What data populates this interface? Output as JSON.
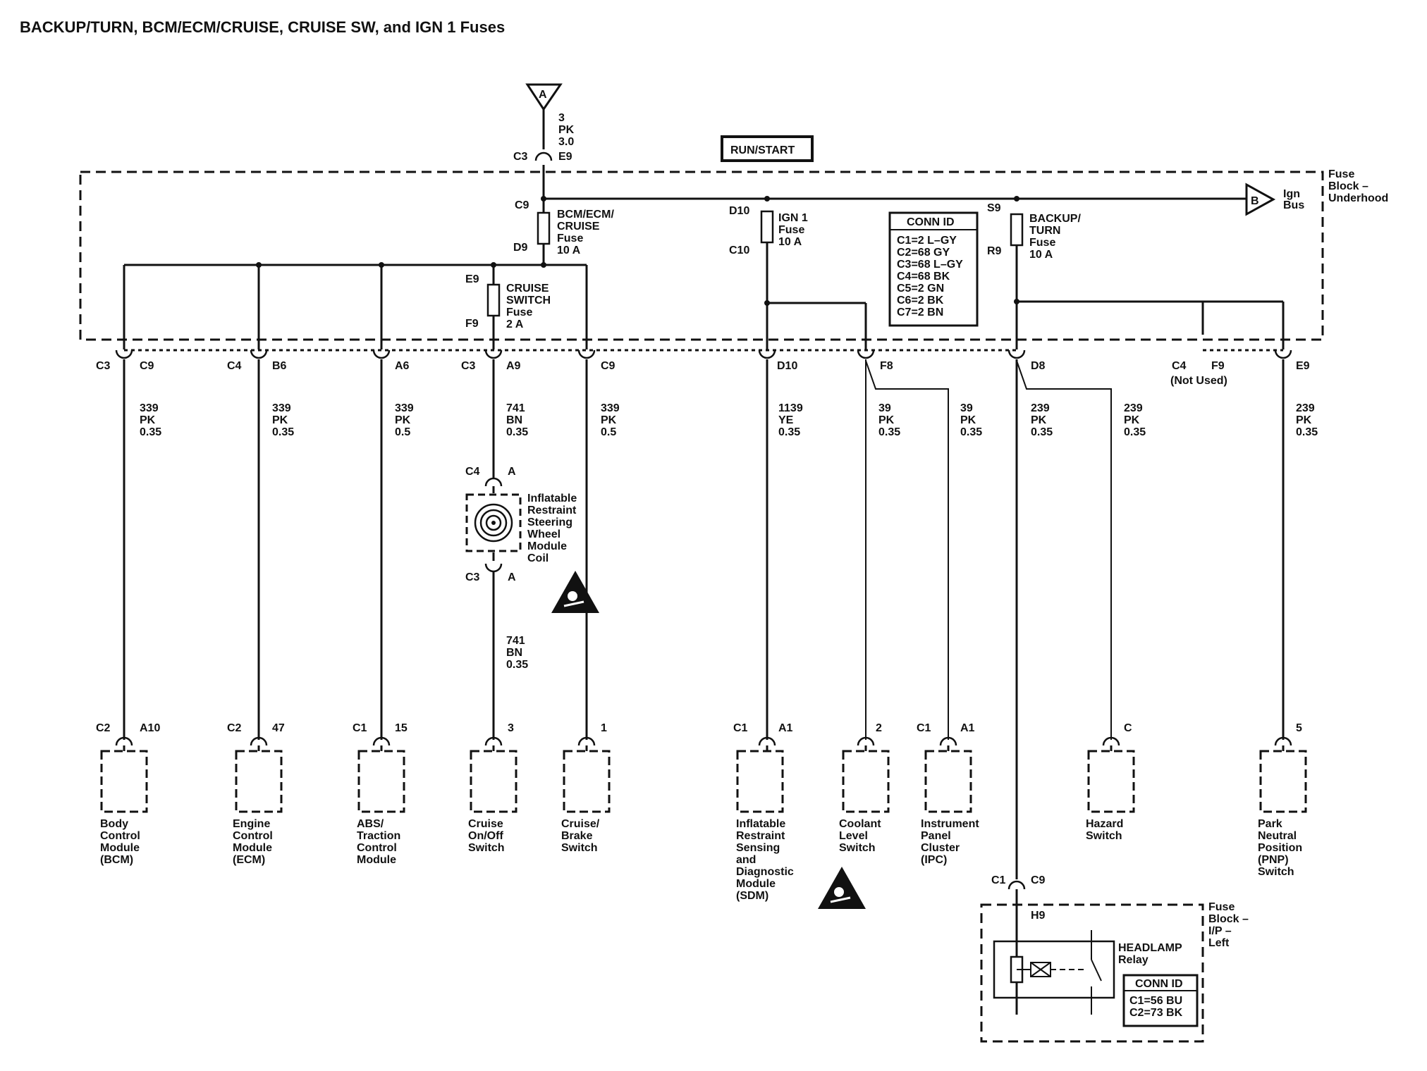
{
  "title": "BACKUP/TURN, BCM/ECM/CRUISE, CRUISE SW, and IGN 1 Fuses",
  "top_source": {
    "symbol": "A",
    "wire": [
      "3",
      "PK",
      "3.0"
    ],
    "connector": "C3",
    "pin": "E9"
  },
  "run_start_label": "RUN/START",
  "fuse_block_underhood": [
    "Fuse",
    "Block –",
    "Underhood"
  ],
  "ign_bus": {
    "symbol": "B",
    "label": [
      "Ign",
      "Bus"
    ]
  },
  "fuses": {
    "bcm": {
      "top_pin": "C9",
      "bottom_pin": "D9",
      "label": [
        "BCM/ECM/",
        "CRUISE",
        "Fuse",
        "10 A"
      ]
    },
    "ign1": {
      "top_pin": "D10",
      "bottom_pin": "C10",
      "label": [
        "IGN 1",
        "Fuse",
        "10 A"
      ]
    },
    "backup": {
      "top_pin": "S9",
      "bottom_pin": "R9",
      "label": [
        "BACKUP/",
        "TURN",
        "Fuse",
        "10 A"
      ]
    },
    "cruise_sw": {
      "top_pin": "E9",
      "bottom_pin": "F9",
      "label": [
        "CRUISE",
        "SWITCH",
        "Fuse",
        "2 A"
      ]
    }
  },
  "conn_id_1": {
    "header": "CONN ID",
    "rows": [
      "C1=2 L–GY",
      "C2=68 GY",
      "C3=68 L–GY",
      "C4=68 BK",
      "C5=2 GN",
      "C6=2 BK",
      "C7=2 BN"
    ]
  },
  "fuse_block_connectors": [
    {
      "conn": "C3",
      "pin": "C9"
    },
    {
      "conn": "C4",
      "pin": "B6"
    },
    {
      "conn": "",
      "pin": "A6"
    },
    {
      "conn": "C3",
      "pin": "A9"
    },
    {
      "conn": "",
      "pin": "C9"
    },
    {
      "conn": "",
      "pin": "D10"
    },
    {
      "conn": "",
      "pin": "F8"
    },
    {
      "conn": "",
      "pin": "D8"
    },
    {
      "conn": "C4",
      "pin": "F9"
    },
    {
      "conn": "",
      "pin": "E9"
    }
  ],
  "not_used": "(Not Used)",
  "wires": [
    [
      "339",
      "PK",
      "0.35"
    ],
    [
      "339",
      "PK",
      "0.35"
    ],
    [
      "339",
      "PK",
      "0.5"
    ],
    [
      "741",
      "BN",
      "0.35"
    ],
    [
      "339",
      "PK",
      "0.5"
    ],
    [
      "1139",
      "YE",
      "0.35"
    ],
    [
      "39",
      "PK",
      "0.35"
    ],
    [
      "39",
      "PK",
      "0.35"
    ],
    [
      "239",
      "PK",
      "0.35"
    ],
    [
      "239",
      "PK",
      "0.35"
    ],
    [
      "239",
      "PK",
      "0.35"
    ]
  ],
  "coil": {
    "top_conn": "C4",
    "top_pin": "A",
    "bottom_conn": "C3",
    "bottom_pin": "A",
    "label": [
      "Inflatable",
      "Restraint",
      "Steering",
      "Wheel",
      "Module",
      "Coil"
    ],
    "wire2": [
      "741",
      "BN",
      "0.35"
    ]
  },
  "components": [
    {
      "conn": "C2",
      "pin": "A10",
      "label": [
        "Body",
        "Control",
        "Module",
        "(BCM)"
      ]
    },
    {
      "conn": "C2",
      "pin": "47",
      "label": [
        "Engine",
        "Control",
        "Module",
        "(ECM)"
      ]
    },
    {
      "conn": "C1",
      "pin": "15",
      "label": [
        "ABS/",
        "Traction",
        "Control",
        "Module"
      ]
    },
    {
      "conn": "",
      "pin": "3",
      "label": [
        "Cruise",
        "On/Off",
        "Switch"
      ]
    },
    {
      "conn": "",
      "pin": "1",
      "label": [
        "Cruise/",
        "Brake",
        "Switch"
      ]
    },
    {
      "conn": "C1",
      "pin": "A1",
      "label": [
        "Inflatable",
        "Restraint",
        "Sensing",
        "and",
        "Diagnostic",
        "Module",
        "(SDM)"
      ]
    },
    {
      "conn": "",
      "pin": "2",
      "label": [
        "Coolant",
        "Level",
        "Switch"
      ]
    },
    {
      "conn": "C1",
      "pin": "A1",
      "label": [
        "Instrument",
        "Panel",
        "Cluster",
        "(IPC)"
      ]
    },
    {
      "conn": "",
      "pin": "C",
      "label": [
        "Hazard",
        "Switch"
      ]
    },
    {
      "conn": "",
      "pin": "5",
      "label": [
        "Park",
        "Neutral",
        "Position",
        "(PNP)",
        "Switch"
      ]
    }
  ],
  "headlamp": {
    "conn": "C1",
    "pin": "C9",
    "inner_pin": "H9",
    "label": [
      "HEADLAMP",
      "Relay"
    ],
    "block_label": [
      "Fuse",
      "Block –",
      "I/P –",
      "Left"
    ],
    "conn_id": {
      "header": "CONN ID",
      "rows": [
        "C1=56 BU",
        "C2=73 BK"
      ]
    }
  }
}
